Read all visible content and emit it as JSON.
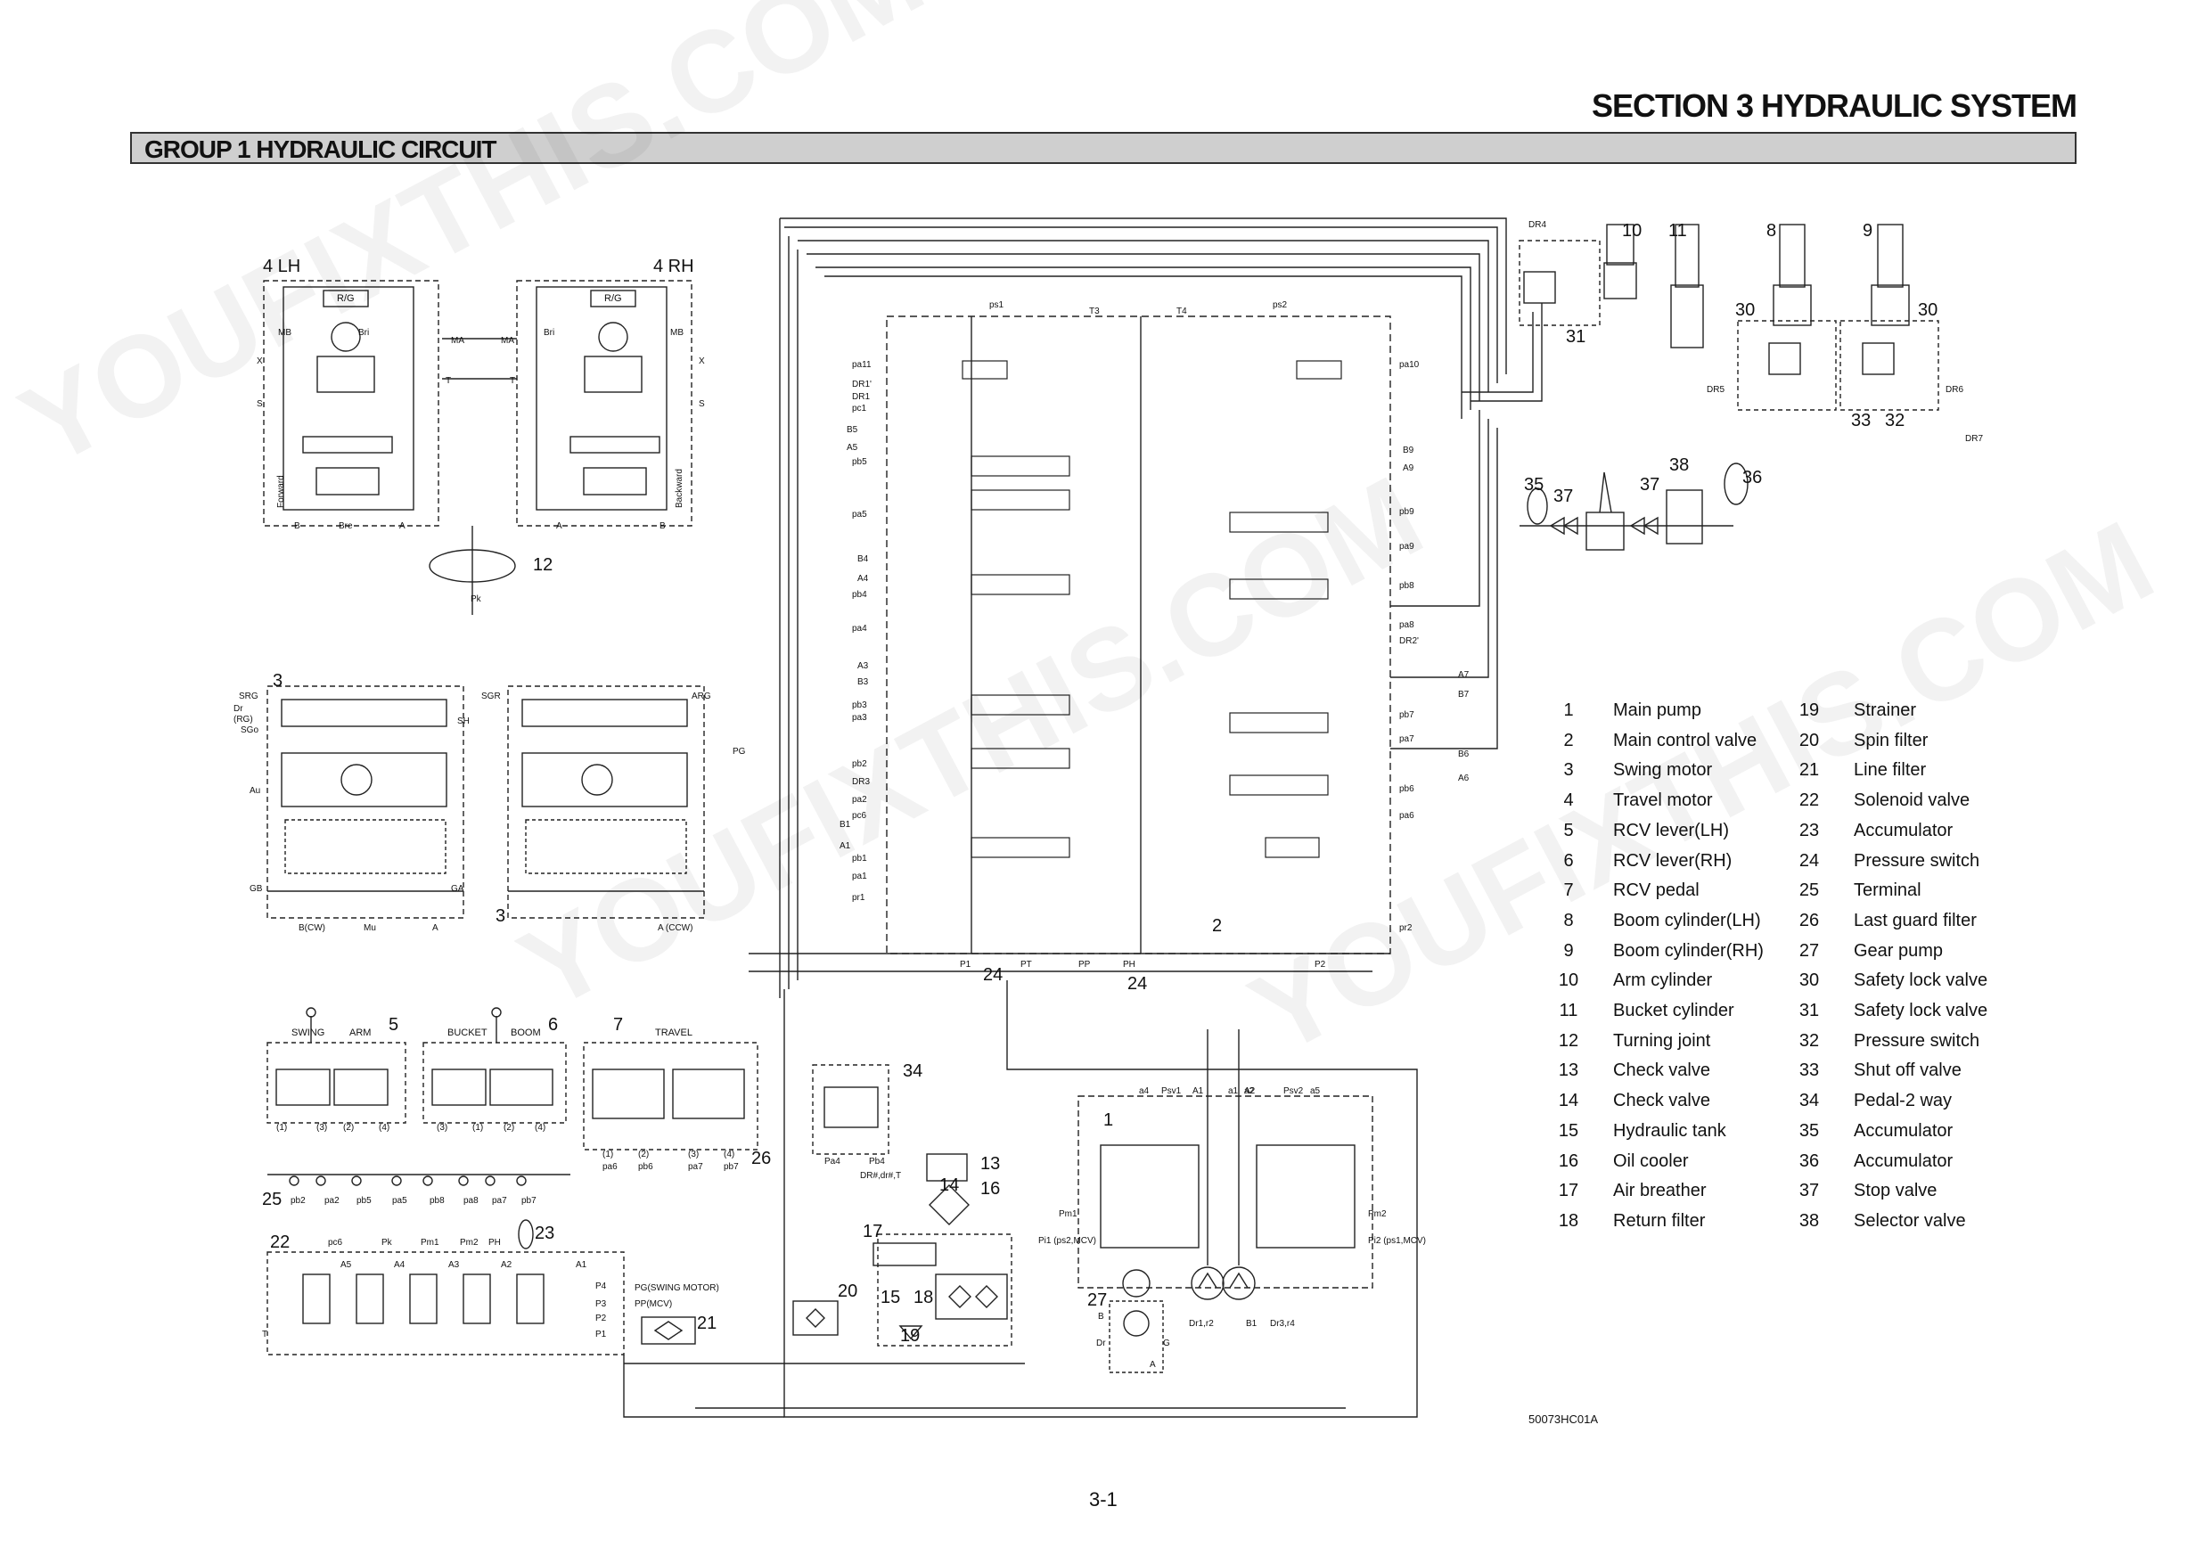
{
  "header": {
    "section_title": "SECTION 3 HYDRAULIC SYSTEM",
    "group_title": "GROUP 1 HYDRAULIC CIRCUIT"
  },
  "diagram_labels": {
    "lh": "4  LH",
    "rh": "4  RH",
    "rg": "R/G",
    "forward": "Forward",
    "backward": "Backward",
    "swing_lbl": "SWING",
    "arm_lbl": "ARM",
    "bucket_lbl": "BUCKET",
    "boom_lbl": "BOOM",
    "travel_lbl": "TRAVEL",
    "pg_swing": "PG(SWING MOTOR)",
    "pp_mcv": "PP(MCV)",
    "drain": "DR#,dr#,T"
  },
  "callouts": [
    {
      "id": "c10",
      "text": "10"
    },
    {
      "id": "c11",
      "text": "11"
    },
    {
      "id": "c8",
      "text": "8"
    },
    {
      "id": "c9",
      "text": "9"
    },
    {
      "id": "c30a",
      "text": "30"
    },
    {
      "id": "c30b",
      "text": "30"
    },
    {
      "id": "c31",
      "text": "31"
    },
    {
      "id": "c33",
      "text": "33"
    },
    {
      "id": "c32",
      "text": "32"
    },
    {
      "id": "c35",
      "text": "35"
    },
    {
      "id": "c37a",
      "text": "37"
    },
    {
      "id": "c37b",
      "text": "37"
    },
    {
      "id": "c38",
      "text": "38"
    },
    {
      "id": "c36",
      "text": "36"
    },
    {
      "id": "c12",
      "text": "12"
    },
    {
      "id": "c3a",
      "text": "3"
    },
    {
      "id": "c3b",
      "text": "3"
    },
    {
      "id": "c2",
      "text": "2"
    },
    {
      "id": "c24a",
      "text": "24"
    },
    {
      "id": "c24b",
      "text": "24"
    },
    {
      "id": "c5",
      "text": "5"
    },
    {
      "id": "c6",
      "text": "6"
    },
    {
      "id": "c7",
      "text": "7"
    },
    {
      "id": "c34",
      "text": "34"
    },
    {
      "id": "c26",
      "text": "26"
    },
    {
      "id": "c25",
      "text": "25"
    },
    {
      "id": "c1",
      "text": "1"
    },
    {
      "id": "c13",
      "text": "13"
    },
    {
      "id": "c14",
      "text": "14"
    },
    {
      "id": "c16",
      "text": "16"
    },
    {
      "id": "c17",
      "text": "17"
    },
    {
      "id": "c15",
      "text": "15"
    },
    {
      "id": "c18",
      "text": "18"
    },
    {
      "id": "c19",
      "text": "19"
    },
    {
      "id": "c20",
      "text": "20"
    },
    {
      "id": "c21",
      "text": "21"
    },
    {
      "id": "c22",
      "text": "22"
    },
    {
      "id": "c23",
      "text": "23"
    },
    {
      "id": "c27",
      "text": "27"
    }
  ],
  "port_labels": [
    "MB",
    "Bri",
    "MA",
    "MA",
    "Bri",
    "MB",
    "X",
    "T",
    "T",
    "X",
    "S",
    "S",
    "B",
    "Bre",
    "A",
    "A",
    "B",
    "Pk",
    "SRG",
    "Dr",
    "(RG)",
    "SGo",
    "SH",
    "Au",
    "GB",
    "GA",
    "B(CW)",
    "Mu",
    "A",
    "SGR",
    "ARG",
    "PG",
    "A (CCW)",
    "ps1",
    "T3",
    "T4",
    "ps2",
    "pa11",
    "DR1'",
    "DR1",
    "pc1",
    "B5",
    "A5",
    "pb5",
    "pa5",
    "B4",
    "A4",
    "pb4",
    "pa4",
    "A3",
    "B3",
    "pb3",
    "pa3",
    "pb2",
    "DR3",
    "pa2",
    "pc6",
    "B1",
    "A1",
    "pb1",
    "pa1",
    "pr1",
    "P1",
    "PT",
    "PP",
    "PH",
    "P2",
    "pa10",
    "B9",
    "A9",
    "pb9",
    "pa9",
    "pb8",
    "pa8",
    "DR2'",
    "A7",
    "B7",
    "pb7",
    "pa7",
    "B6",
    "A6",
    "pb6",
    "pa6",
    "pr2",
    "DR4",
    "DR5",
    "DR6",
    "DR7",
    "a4",
    "Psv1",
    "A1",
    "a1",
    "a2",
    "A2",
    "Psv2",
    "a5",
    "Pm1",
    "Pm2",
    "Pi1 (ps2,MCV)",
    "Pi2 (ps1,MCV)",
    "B",
    "Dr",
    "G",
    "A",
    "Dr1,r2",
    "B1",
    "Dr3,r4",
    "(1)",
    "(3)",
    "(2)",
    "(4)",
    "(3)",
    "(1)",
    "(2)",
    "(4)",
    "(1)",
    "(2)",
    "(3)",
    "(4)",
    "pa6",
    "pb6",
    "pa7",
    "pb7",
    "pb2",
    "pa2",
    "pb5",
    "pa5",
    "pb8",
    "pa8",
    "pa7",
    "pb7",
    "Pa4",
    "Pb4",
    "pc6",
    "A5",
    "Pk",
    "A4",
    "Pm1",
    "A3",
    "Pm2",
    "PH",
    "A2",
    "A1",
    "P4",
    "P3",
    "P2",
    "P1",
    "T"
  ],
  "legend": [
    {
      "num": "1",
      "name": "Main pump"
    },
    {
      "num": "2",
      "name": "Main control valve"
    },
    {
      "num": "3",
      "name": "Swing motor"
    },
    {
      "num": "4",
      "name": "Travel motor"
    },
    {
      "num": "5",
      "name": "RCV lever(LH)"
    },
    {
      "num": "6",
      "name": "RCV lever(RH)"
    },
    {
      "num": "7",
      "name": "RCV pedal"
    },
    {
      "num": "8",
      "name": "Boom cylinder(LH)"
    },
    {
      "num": "9",
      "name": "Boom cylinder(RH)"
    },
    {
      "num": "10",
      "name": "Arm cylinder"
    },
    {
      "num": "11",
      "name": "Bucket cylinder"
    },
    {
      "num": "12",
      "name": "Turning joint"
    },
    {
      "num": "13",
      "name": "Check valve"
    },
    {
      "num": "14",
      "name": "Check valve"
    },
    {
      "num": "15",
      "name": "Hydraulic tank"
    },
    {
      "num": "16",
      "name": "Oil cooler"
    },
    {
      "num": "17",
      "name": "Air breather"
    },
    {
      "num": "18",
      "name": "Return filter"
    },
    {
      "num": "19",
      "name": "Strainer"
    },
    {
      "num": "20",
      "name": "Spin filter"
    },
    {
      "num": "21",
      "name": "Line filter"
    },
    {
      "num": "22",
      "name": "Solenoid valve"
    },
    {
      "num": "23",
      "name": "Accumulator"
    },
    {
      "num": "24",
      "name": "Pressure switch"
    },
    {
      "num": "25",
      "name": "Terminal"
    },
    {
      "num": "26",
      "name": "Last guard filter"
    },
    {
      "num": "27",
      "name": "Gear pump"
    },
    {
      "num": "30",
      "name": "Safety lock valve"
    },
    {
      "num": "31",
      "name": "Safety lock valve"
    },
    {
      "num": "32",
      "name": "Pressure switch"
    },
    {
      "num": "33",
      "name": "Shut off valve"
    },
    {
      "num": "34",
      "name": "Pedal-2 way"
    },
    {
      "num": "35",
      "name": "Accumulator"
    },
    {
      "num": "36",
      "name": "Accumulator"
    },
    {
      "num": "37",
      "name": "Stop valve"
    },
    {
      "num": "38",
      "name": "Selector valve"
    }
  ],
  "footer": {
    "figure_code": "50073HC01A",
    "page_number": "3-1"
  },
  "watermark": "YOUFIXTHIS.COM"
}
